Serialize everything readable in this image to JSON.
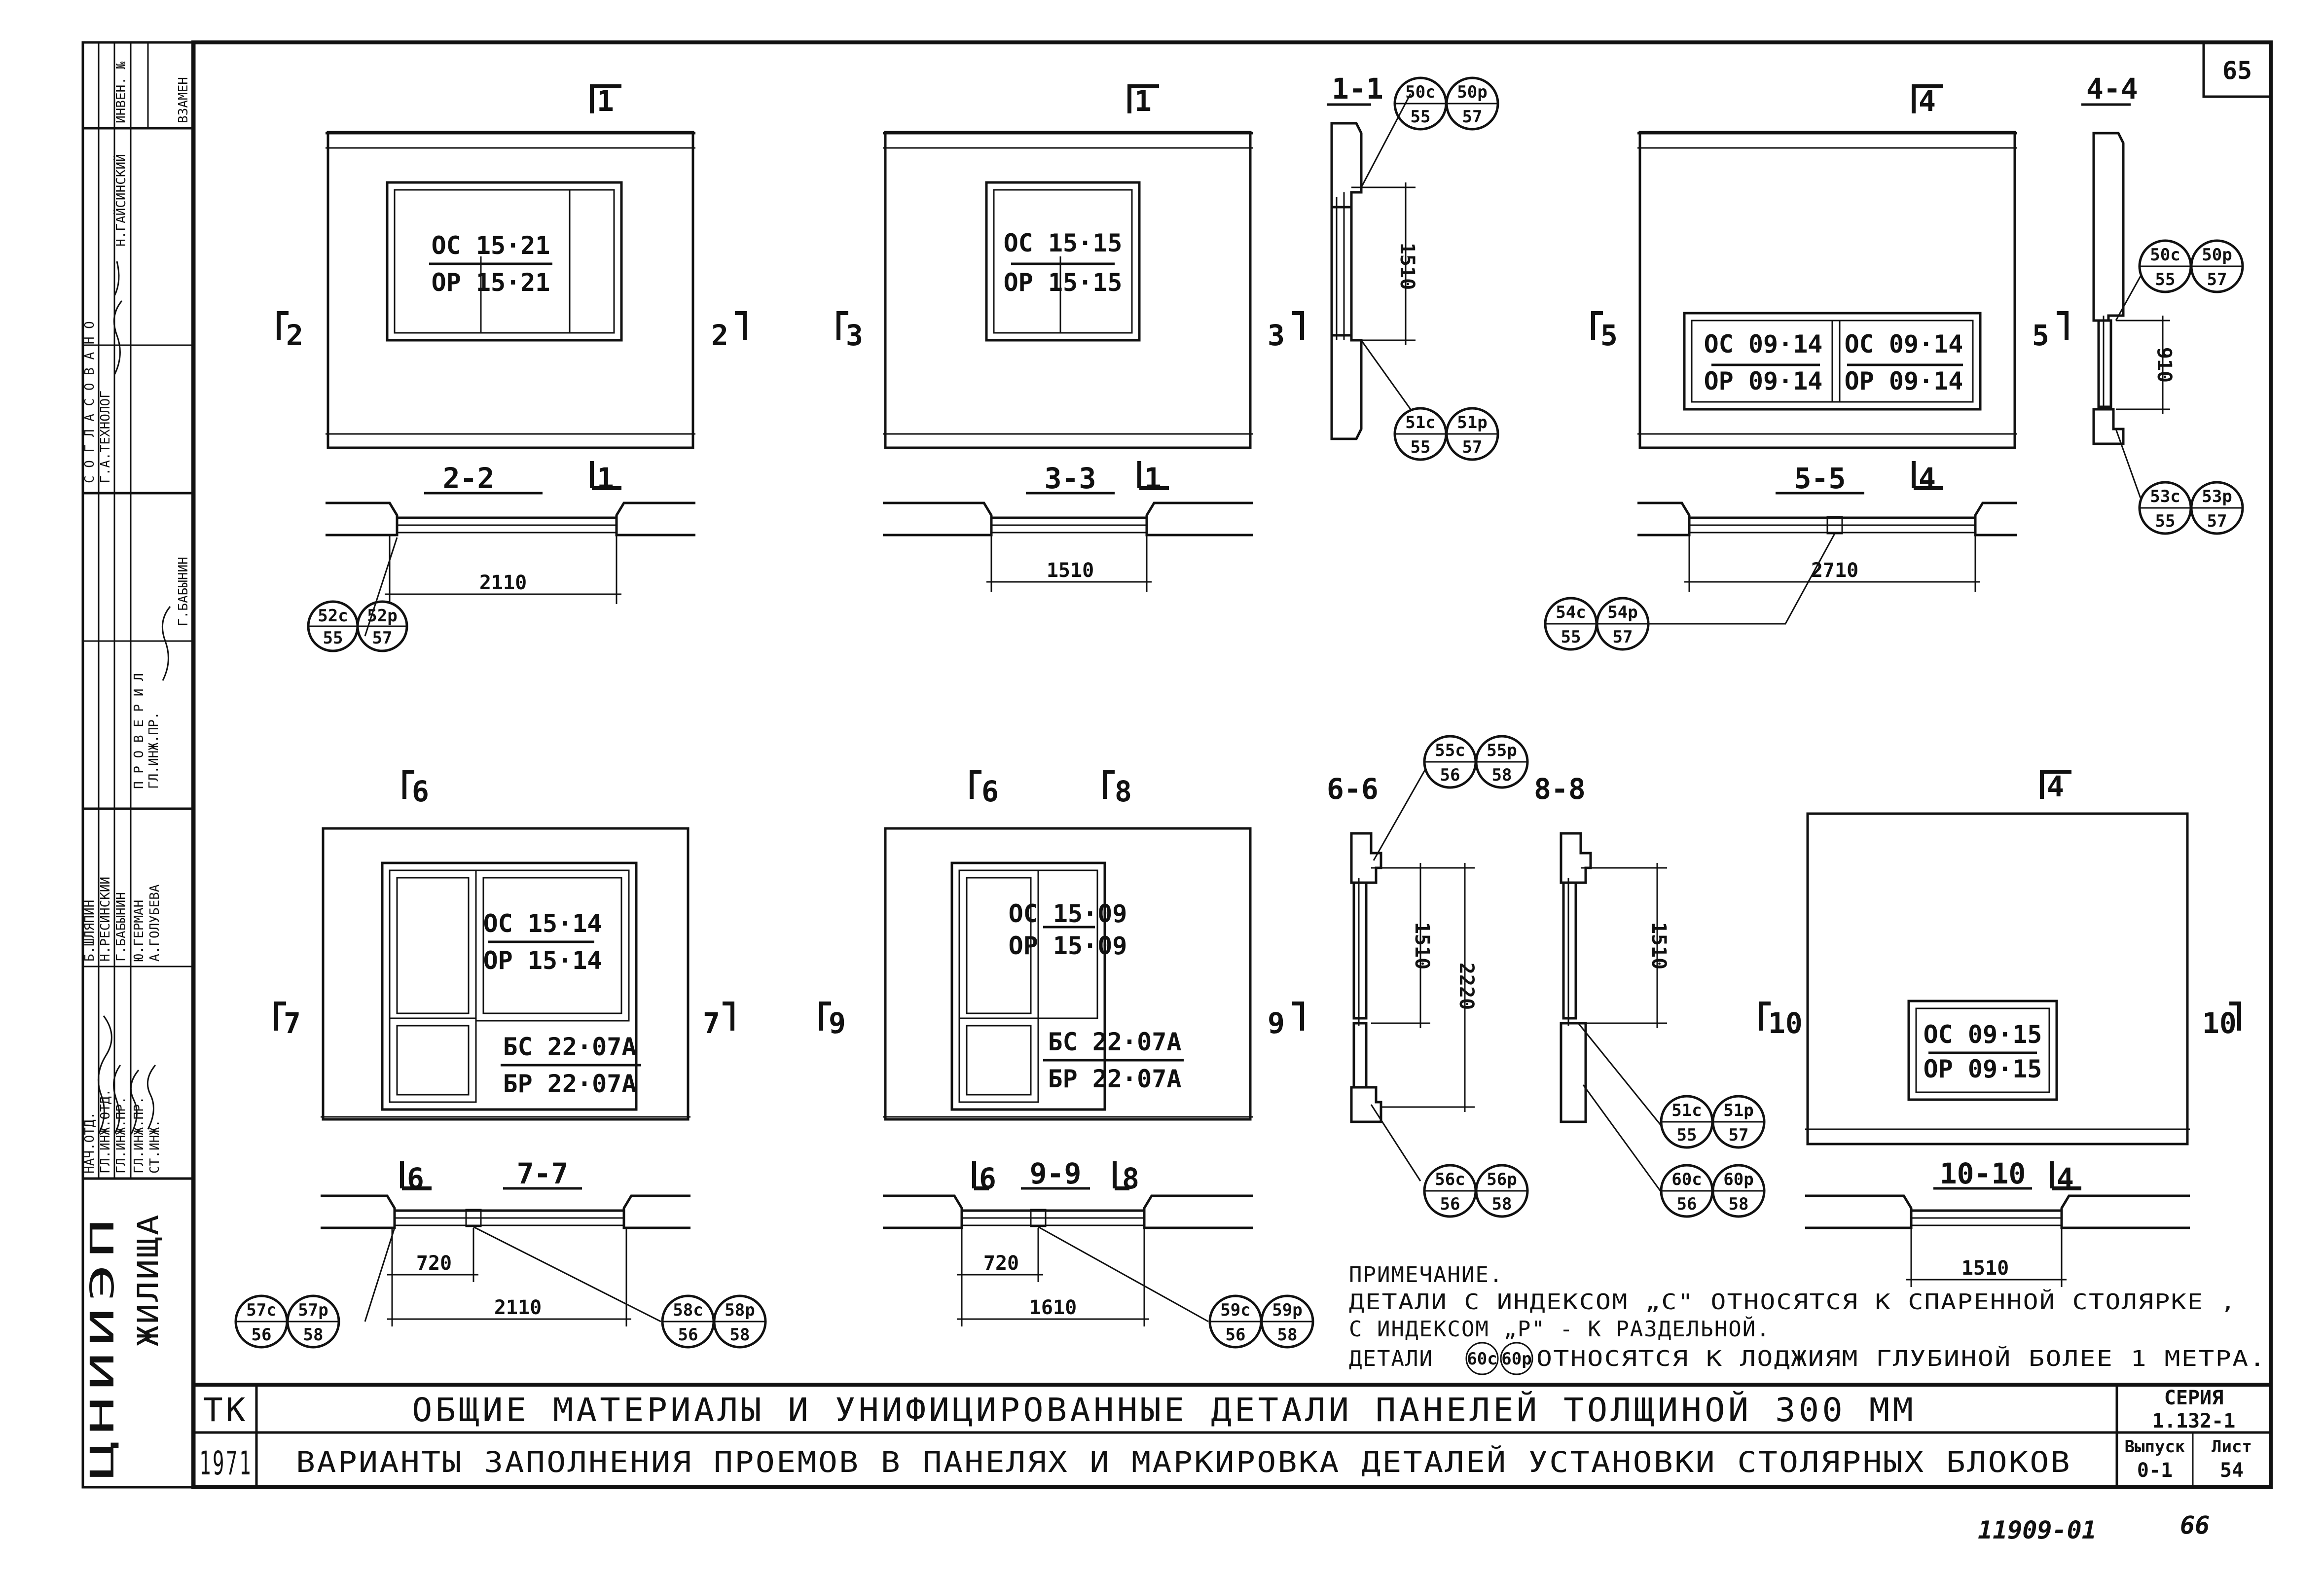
{
  "sheet": {
    "page_number": "65",
    "series_label": "СЕРИЯ",
    "series_value": "1.132-1",
    "issue_label": "Выпуск",
    "issue_value": "0-1",
    "sheet_label": "Лист",
    "sheet_value": "54",
    "archive_number": "11909-01",
    "archive_page": "66"
  },
  "title_block": {
    "tk": "ТК",
    "year": "1971",
    "title_main": "ОБЩИЕ МАТЕРИАЛЫ И УНИФИЦИРОВАННЫЕ ДЕТАЛИ ПАНЕЛЕЙ ТОЛЩИНОЙ  300 ММ",
    "title_sub": "ВАРИАНТЫ ЗАПОЛНЕНИЯ ПРОЕМОВ В ПАНЕЛЯХ И МАРКИРОВКА ДЕТАЛЕЙ УСТАНОВКИ СТОЛЯРНЫХ БЛОКОВ",
    "org_mark": "ЦНИИЭП",
    "org_suffix": "ЖИЛИЩА"
  },
  "stamp": {
    "agreed": "С О Г Л А С О В А Н О",
    "checked": "П Р О В Е Р И Л",
    "change": "ВЗАМЕН",
    "inv": "ИНВЕН. №",
    "roles": [
      "НАЧ.ОТД.",
      "ГЛ.ИНЖ.ОТД.",
      "ГЛ.ИНЖ.ПР.",
      "ГЛ.ИНЖ.ПР.",
      "СТ.ИНЖ."
    ],
    "names": [
      "Б.ШЛЯПИН",
      "Н.РЕСИНСКИЙ",
      "Г.БАБЫНИН",
      "Ю.ГЕРМАН",
      "А.ГОЛУБЕВА"
    ],
    "agreed_rows": [
      "Г.А.ТЕХНОЛОГ",
      "Н.ГАЙСИНСКИЙ"
    ],
    "checked_rows": [
      "ГЛ.ИНЖ.ПР.",
      "Г.БАБЫНИН"
    ]
  },
  "panels": [
    {
      "marks": [
        "ОС 15·21",
        "ОР 15·21"
      ],
      "dimension": "2110",
      "section": "2-2",
      "cut_left": "2",
      "cut_right": "2",
      "cut_top": "1"
    },
    {
      "marks": [
        "ОС 15·15",
        "ОР 15·15"
      ],
      "dimension": "1510",
      "section": "3-3",
      "cut_left": "3",
      "cut_right": "3",
      "cut_top": "1"
    },
    {
      "marks": [
        "ОС 09·14",
        "ОР 09·14",
        "ОС 09·14",
        "ОР 09·14"
      ],
      "dimension": "2710",
      "section": "5-5",
      "cut_left": "5",
      "cut_right": "5",
      "cut_top": "4"
    },
    {
      "marks": [
        "ОС 15·14",
        "ОР 15·14",
        "БС 22·07А",
        "БР 22·07А"
      ],
      "dimension": "2110",
      "dimension_small": "720",
      "section": "7-7",
      "cut_left": "7",
      "cut_right": "7",
      "cut_top": "6"
    },
    {
      "marks": [
        "ОС 15·09",
        "ОР 15·09",
        "БС 22·07А",
        "БР 22·07А"
      ],
      "dimension": "1610",
      "dimension_small": "720",
      "section": "9-9",
      "cut_left": "9",
      "cut_right": "9",
      "cut_top": "6",
      "cut_top2": "8"
    },
    {
      "marks": [
        "ОС 09·15",
        "ОР 09·15"
      ],
      "dimension": "1510",
      "section": "10-10",
      "cut_left": "10",
      "cut_right": "10",
      "cut_top": "4"
    }
  ],
  "sections": {
    "s11": {
      "label": "1-1",
      "dimension": "1510"
    },
    "s44": {
      "label": "4-4",
      "dimension": "910"
    },
    "s66": {
      "label": "6-6",
      "dimension1": "1510",
      "dimension2": "2220"
    },
    "s88": {
      "label": "8-8",
      "dimension": "1510"
    }
  },
  "bubbles": [
    {
      "top": "50с",
      "bottom": "55"
    },
    {
      "top": "50р",
      "bottom": "57"
    },
    {
      "top": "51с",
      "bottom": "55"
    },
    {
      "top": "51р",
      "bottom": "57"
    },
    {
      "top": "52с",
      "bottom": "55"
    },
    {
      "top": "52р",
      "bottom": "57"
    },
    {
      "top": "50с",
      "bottom": "55"
    },
    {
      "top": "50р",
      "bottom": "57"
    },
    {
      "top": "53с",
      "bottom": "55"
    },
    {
      "top": "53р",
      "bottom": "57"
    },
    {
      "top": "54с",
      "bottom": "55"
    },
    {
      "top": "54р",
      "bottom": "57"
    },
    {
      "top": "55с",
      "bottom": "56"
    },
    {
      "top": "55р",
      "bottom": "58"
    },
    {
      "top": "56с",
      "bottom": "56"
    },
    {
      "top": "56р",
      "bottom": "58"
    },
    {
      "top": "51с",
      "bottom": "55"
    },
    {
      "top": "51р",
      "bottom": "57"
    },
    {
      "top": "60с",
      "bottom": "56"
    },
    {
      "top": "60р",
      "bottom": "58"
    },
    {
      "top": "57с",
      "bottom": "56"
    },
    {
      "top": "57р",
      "bottom": "58"
    },
    {
      "top": "58с",
      "bottom": "56"
    },
    {
      "top": "58р",
      "bottom": "58"
    },
    {
      "top": "59с",
      "bottom": "56"
    },
    {
      "top": "59р",
      "bottom": "58"
    }
  ],
  "note": {
    "heading": "ПРИМЕЧАНИЕ.",
    "line1": "ДЕТАЛИ С ИНДЕКСОМ „С\" ОТНОСЯТСЯ К СПАРЕННОЙ СТОЛЯРКЕ ,",
    "line2": "С ИНДЕКСОМ „Р\" - К РАЗДЕЛЬНОЙ.",
    "line3_pre": "ДЕТАЛИ",
    "badge1": "60с",
    "badge2": "60р",
    "line3_post": "ОТНОСЯТСЯ К ЛОДЖИЯМ ГЛУБИНОЙ БОЛЕЕ 1 МЕТРА."
  }
}
